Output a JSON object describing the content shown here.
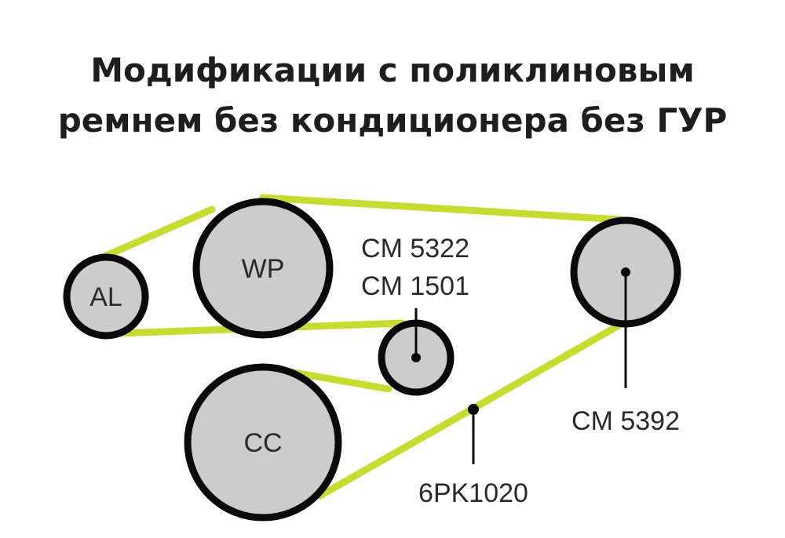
{
  "title": {
    "line1": "Модификации с поликлиновым",
    "line2": "ремнем без кондиционера без ГУР"
  },
  "colors": {
    "belt": "#c8dc2d",
    "pulley_fill": "#cccccc",
    "outline": "#0a0a0a",
    "text": "#2a2a2a"
  },
  "pulleys": {
    "al": "AL",
    "wp": "WP",
    "cc": "CC"
  },
  "callouts": {
    "idler_1": "CM 5322",
    "idler_2": "CM 1501",
    "tensioner": "CM 5392",
    "belt": "6PK1020"
  }
}
